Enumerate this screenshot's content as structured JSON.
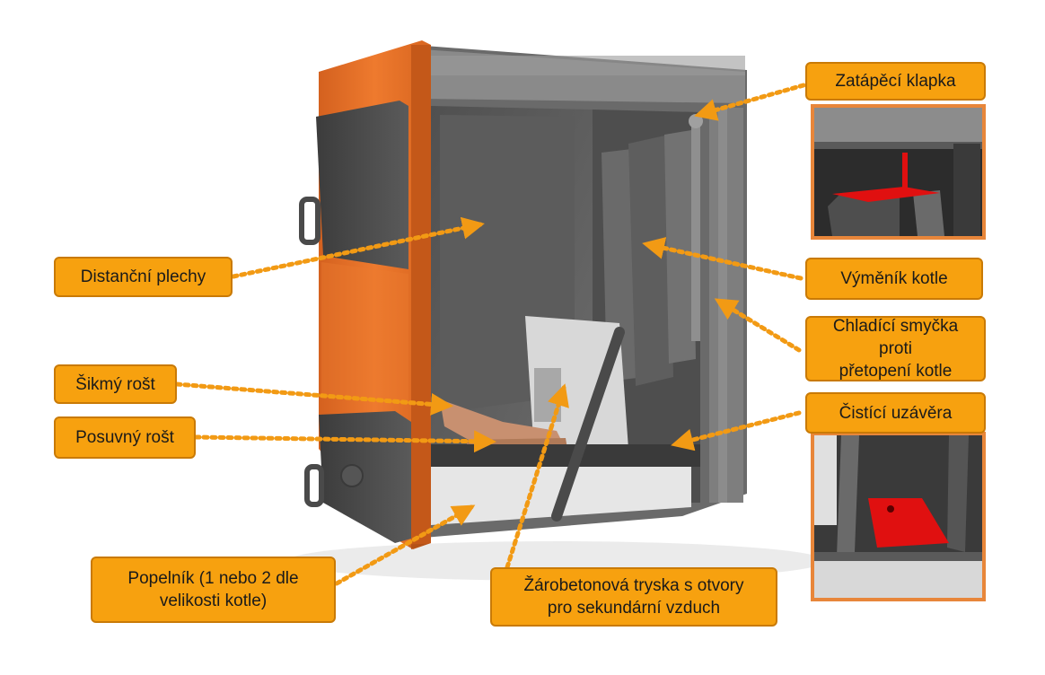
{
  "callouts": {
    "zatapeci_klapka": "Zatápěcí klapka",
    "distancni_plechy": "Distanční plechy",
    "vymenik_kotle": "Výměník kotle",
    "chladici_smycka_line1": "Chladící smyčka proti",
    "chladici_smycka_line2": "přetopení kotle",
    "sikmy_rost": "Šikmý rošt",
    "cistici_uzavera": "Čistící uzávěra",
    "posuvny_rost": "Posuvný rošt",
    "popelnik_line1": "Popelník (1 nebo 2 dle",
    "popelnik_line2": "velikosti kotle)",
    "tryska_line1": "Žárobetonová tryska s otvory",
    "tryska_line2": "pro sekundární vzduch"
  },
  "colors": {
    "callout_fill": "#f7a10f",
    "callout_border": "#c97a06",
    "arrow": "#f29a14",
    "boiler_orange": "#e8702a",
    "inset_frame": "#e8863a",
    "highlight_red": "#e01010"
  }
}
